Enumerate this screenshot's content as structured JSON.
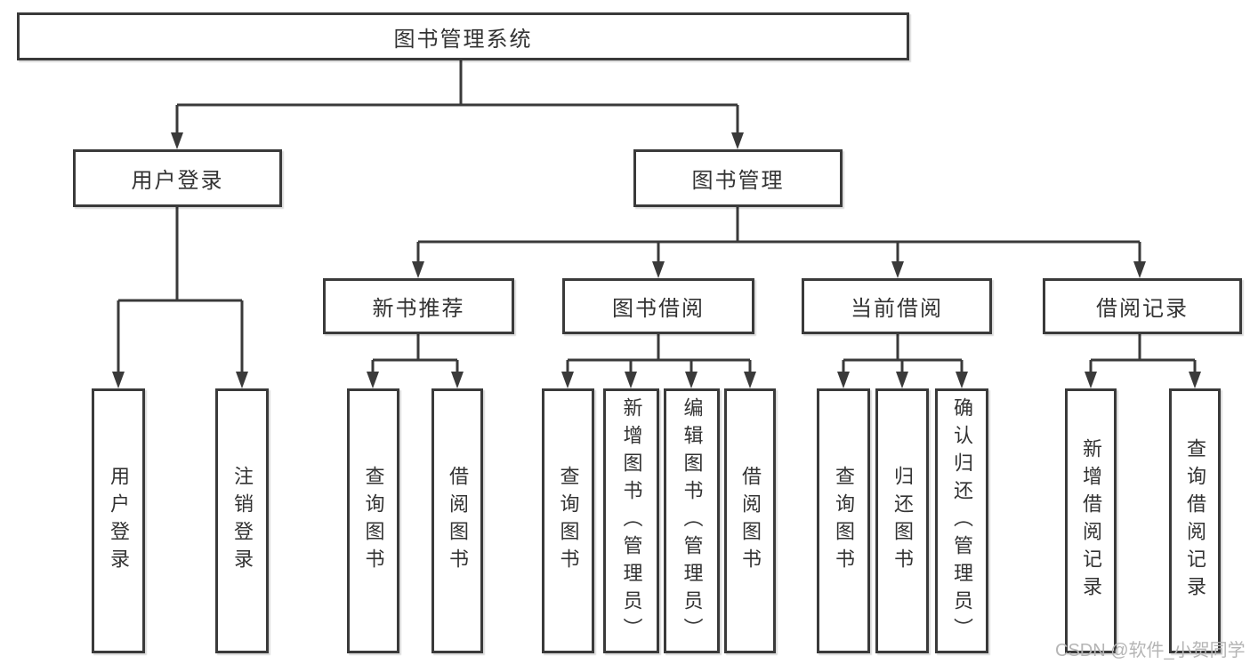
{
  "tree": {
    "root": {
      "label": "图书管理系统"
    },
    "user_login": {
      "label": "用户登录",
      "children": [
        {
          "label": "用户登录"
        },
        {
          "label": "注销登录"
        }
      ]
    },
    "book_mgmt": {
      "label": "图书管理",
      "groups": [
        {
          "label": "新书推荐",
          "children": [
            {
              "label": "查询图书"
            },
            {
              "label": "借阅图书"
            }
          ]
        },
        {
          "label": "图书借阅",
          "children": [
            {
              "label": "查询图书"
            },
            {
              "label": "新增图书（管理员）"
            },
            {
              "label": "编辑图书（管理员）"
            },
            {
              "label": "借阅图书"
            }
          ]
        },
        {
          "label": "当前借阅",
          "children": [
            {
              "label": "查询图书"
            },
            {
              "label": "归还图书"
            },
            {
              "label": "确认归还（管理员）"
            }
          ]
        },
        {
          "label": "借阅记录",
          "children": [
            {
              "label": "新增借阅记录"
            },
            {
              "label": "查询借阅记录"
            }
          ]
        }
      ]
    }
  },
  "watermark": {
    "text": "CSDN @软件_小贺同学"
  },
  "colors": {
    "line": "#3a3a3a",
    "box_border": "#3a3a3a",
    "box_fill": "#ffffff",
    "text": "#333333",
    "watermark": "#b5b5b5",
    "background": "#ffffff"
  }
}
